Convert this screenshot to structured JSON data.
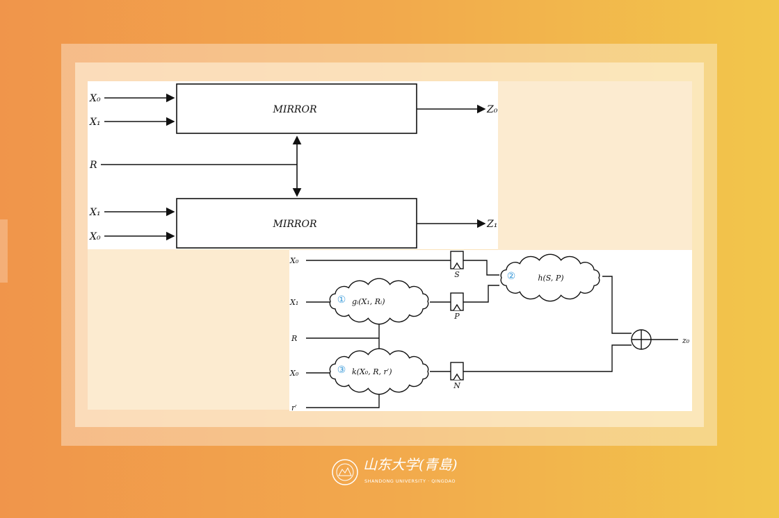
{
  "top_diagram": {
    "box1_label": "MIRROR",
    "box2_label": "MIRROR",
    "inputs_box1": [
      "X₀",
      "X₁"
    ],
    "inputs_box2": [
      "X₁",
      "X₀"
    ],
    "shared_input": "R",
    "outputs": [
      "Z₀",
      "Z₁"
    ]
  },
  "bottom_diagram": {
    "inputs": [
      "X₀",
      "X₁",
      "R",
      "X₀",
      "r′"
    ],
    "clouds": [
      {
        "number": "①",
        "label": "gᵢ(X₁, Rᵢ)"
      },
      {
        "number": "②",
        "label": "h(S, P)"
      },
      {
        "number": "③",
        "label": "k(X₀, R, r′)"
      }
    ],
    "registers": [
      "S",
      "P",
      "N"
    ],
    "output": "z₀"
  },
  "logo": {
    "chinese": "山东大学(青島)",
    "english": "SHANDONG UNIVERSITY · QINGDAO"
  },
  "colors": {
    "accent_number": "#3a9ad9",
    "line": "#111111"
  }
}
